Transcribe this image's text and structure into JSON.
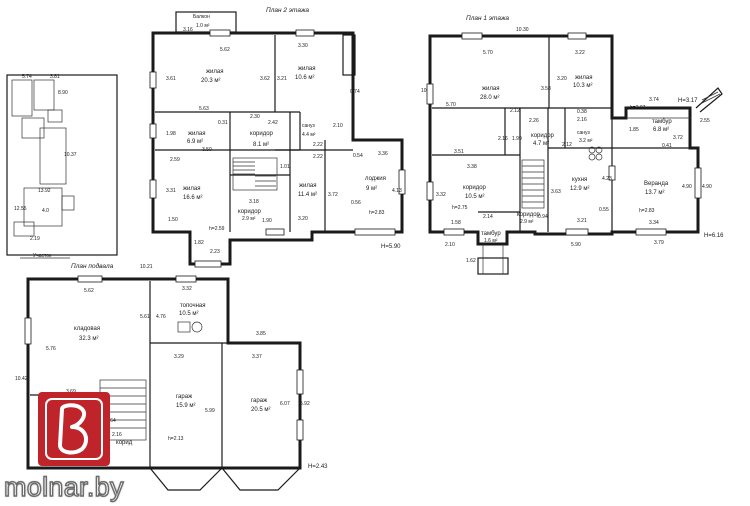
{
  "plans": {
    "floor2": {
      "title": "План 2 этажа",
      "balcony": "Балкон",
      "balcony_area": "1.0 м²",
      "height": "H=5.90",
      "rooms": [
        {
          "name": "жилая",
          "area": "20.3 м²"
        },
        {
          "name": "жилая",
          "area": "10.6 м²"
        },
        {
          "name": "жилая",
          "area": "6.9 м²"
        },
        {
          "name": "коридор",
          "area": "8.1 м²"
        },
        {
          "name": "сануз",
          "area": "4.4 м²"
        },
        {
          "name": "жилая",
          "area": "16.6 м²"
        },
        {
          "name": "жилая",
          "area": "11.4 м²"
        },
        {
          "name": "коридор",
          "area": "2.9 м²"
        },
        {
          "name": "лоджия",
          "area": "9 м²"
        }
      ],
      "room_heights": [
        "h=2.59",
        "h=2.83"
      ],
      "dims": [
        "3.16",
        "5.62",
        "3.30",
        "3.61",
        "3.62",
        "3.21",
        "5.63",
        "2.30",
        "1.98",
        "2.59",
        "3.50",
        "0.31",
        "2.42",
        "2.22",
        "2.22",
        "3.31",
        "1.50",
        "3.18",
        "1.01",
        "1.90",
        "3.20",
        "3.72",
        "2.23",
        "1.82",
        "3.36",
        "4.13",
        "0.56",
        "0.54",
        "0.74",
        "2.10"
      ]
    },
    "floor1": {
      "title": "План 1 этажа",
      "width": "10.30",
      "height_side": "10.55",
      "height": "H=6.16",
      "level": "H=3.17",
      "rooms": [
        {
          "name": "жилая",
          "area": "28.0 м²"
        },
        {
          "name": "жилая",
          "area": "10.3 м²"
        },
        {
          "name": "коридор",
          "area": "4.7 м²"
        },
        {
          "name": "сануз",
          "area": "3.2 м²"
        },
        {
          "name": "тамбур",
          "area": "6.8 м²"
        },
        {
          "name": "коридор",
          "area": "10.5 м²"
        },
        {
          "name": "кухня",
          "area": "12.9 м²"
        },
        {
          "name": "Веранда",
          "area": "13.7 м²"
        },
        {
          "name": "коридор",
          "area": "2.9 м²"
        },
        {
          "name": "тамбур",
          "area": "1.6 м²"
        }
      ],
      "room_heights": [
        "h=2.75",
        "h=2.83"
      ],
      "dims": [
        "5.70",
        "3.22",
        "5.70",
        "3.58",
        "3.20",
        "2.12",
        "2.26",
        "3.51",
        "2.16",
        "1.99",
        "3.38",
        "3.32",
        "1.58",
        "2.14",
        "0.94",
        "3.63",
        "4.23",
        "3.21",
        "0.55",
        "5.90",
        "2.10",
        "3.74",
        "h=3.07",
        "3.72",
        "0.41",
        "1.85",
        "0.38",
        "2.16",
        "2.12",
        "4.90",
        "3.34",
        "3.79",
        "1.62",
        "2.55",
        "4.90"
      ]
    },
    "basement": {
      "title": "План подвала",
      "width": "10.21",
      "height": "H=2.43",
      "rooms": [
        {
          "name": "кладовая",
          "area": "32.3 м²"
        },
        {
          "name": "топочная",
          "area": "10.5 м²"
        },
        {
          "name": "гараж",
          "area": "15.9 м²"
        },
        {
          "name": "гараж",
          "area": "20.5 м²"
        },
        {
          "name": "корид",
          "area": ""
        }
      ],
      "room_heights": [
        "h=2.13"
      ],
      "dims": [
        "5.62",
        "3.32",
        "5.61",
        "4.76",
        "3.85",
        "3.29",
        "3.37",
        "5.76",
        "3.69",
        "10.42",
        "5.99",
        "6.07",
        "5.92",
        "3.64",
        "2.16"
      ]
    },
    "site": {
      "dims": [
        "5.74",
        "3.81",
        "8.90",
        "10.37",
        "13.92",
        "4.0",
        "12.55",
        "2.19"
      ],
      "label": "Участок"
    }
  },
  "watermark": "molnar.by",
  "colors": {
    "logo": "#c0242b",
    "ink": "#1a1a1a"
  }
}
